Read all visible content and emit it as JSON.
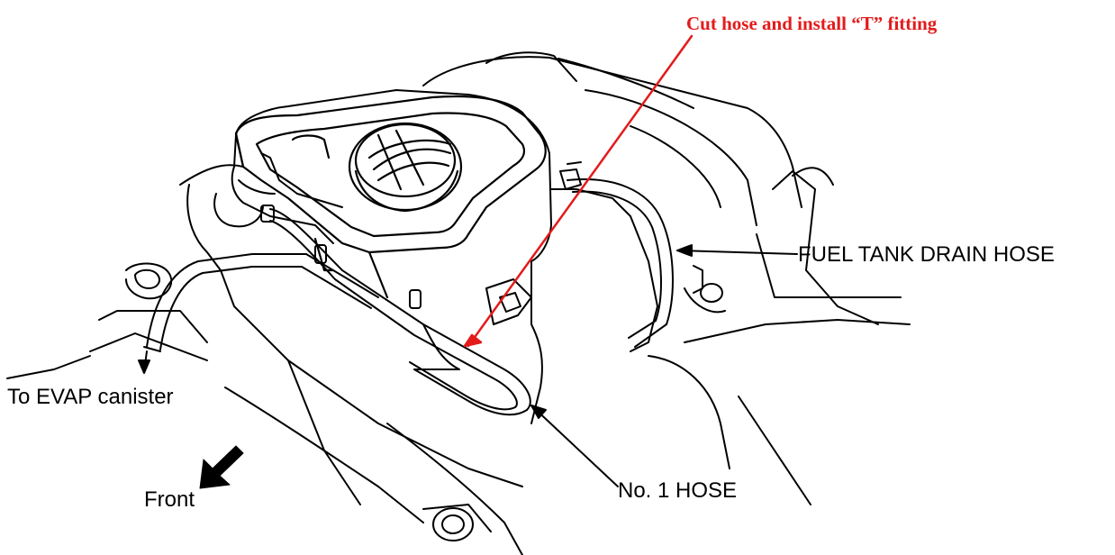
{
  "callout": {
    "text": "Cut hose and install “T” fitting",
    "color": "#e31b1b"
  },
  "labels": {
    "fuel_tank_drain_hose": "FUEL TANK DRAIN HOSE",
    "to_evap_canister": "To EVAP canister",
    "no1_hose": "No. 1 HOSE",
    "front": "Front"
  },
  "colors": {
    "line_art": "#000000",
    "background": "#ffffff"
  }
}
